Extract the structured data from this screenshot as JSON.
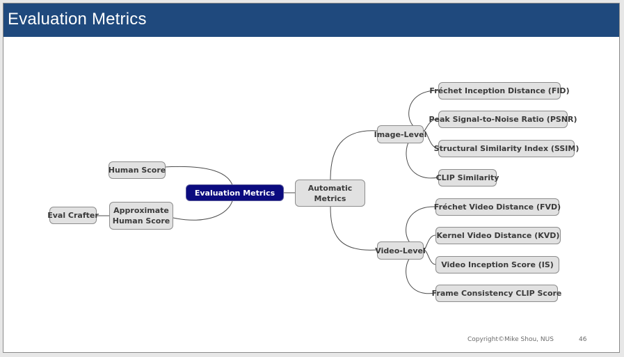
{
  "slide": {
    "title": "Evaluation Metrics",
    "copyright": "Copyright©Mike Shou, NUS",
    "page_number": "46"
  },
  "mindmap": {
    "root": "Evaluation Metrics",
    "left_branches": [
      "Human Score",
      "Approximate Human Score"
    ],
    "approximate_child": "Eval Crafter",
    "automatic": "Automatic Metrics",
    "image_level": {
      "label": "Image-Level",
      "children": [
        "Fréchet Inception Distance (FID)",
        "Peak Signal-to-Noise Ratio (PSNR)",
        "Structural Similarity Index (SSIM)",
        "CLIP Similarity"
      ]
    },
    "video_level": {
      "label": "Video-Level",
      "children": [
        "Fréchet Video Distance (FVD)",
        "Kernel Video Distance (KVD)",
        "Video Inception Score (IS)",
        "Frame Consistency CLIP Score"
      ]
    }
  }
}
